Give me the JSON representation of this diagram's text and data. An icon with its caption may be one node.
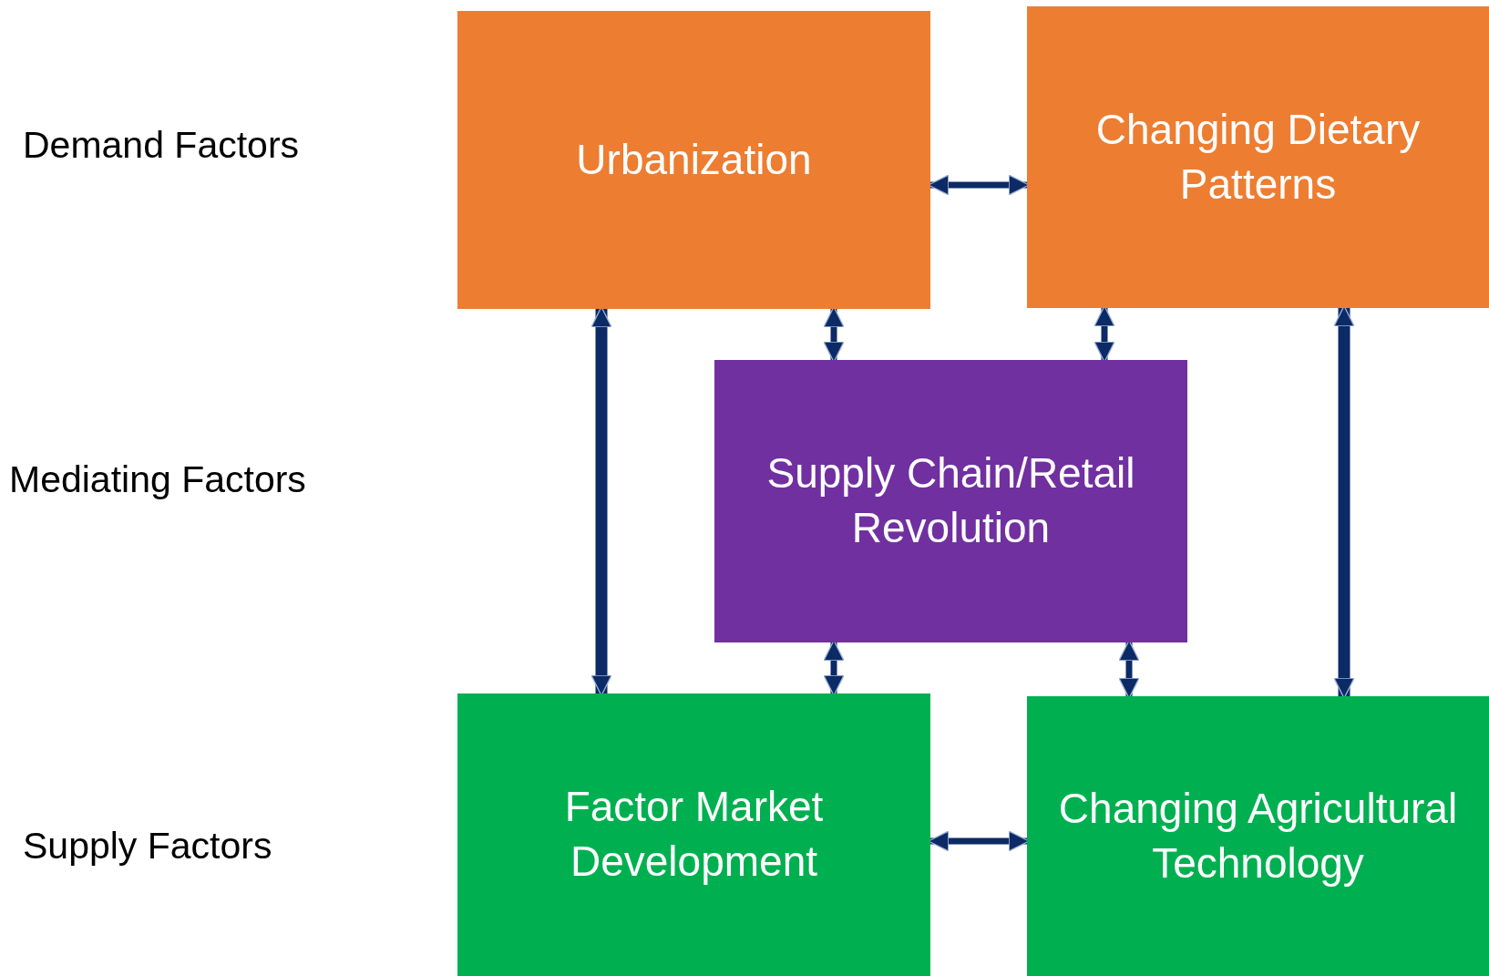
{
  "diagram": {
    "nodes": [
      {
        "text": [
          "Urbanization"
        ]
      },
      {
        "text": [
          "Changing Dietary Patterns"
        ]
      },
      {
        "text": [
          "Supply Chain/Retail Revolution"
        ]
      },
      {
        "text": [
          "Factor Market Development"
        ]
      },
      {
        "text": [
          "Changing Agricultural Technology"
        ]
      }
    ],
    "edges": [
      {
        "from": 0,
        "to": 1,
        "arrow": "both"
      },
      {
        "from": 0,
        "to": 3,
        "arrow": "both",
        "style": "thick"
      },
      {
        "from": 0,
        "to": 2,
        "arrow": "both"
      },
      {
        "from": 1,
        "to": 2,
        "arrow": "both"
      },
      {
        "from": 1,
        "to": 4,
        "arrow": "both",
        "style": "thick"
      },
      {
        "from": 2,
        "to": 3,
        "arrow": "both"
      },
      {
        "from": 2,
        "to": 4,
        "arrow": "both"
      },
      {
        "from": 3,
        "to": 4,
        "arrow": "both"
      }
    ],
    "labels": [
      "Demand Factors",
      "Mediating Factors",
      "Supply Factors"
    ]
  }
}
